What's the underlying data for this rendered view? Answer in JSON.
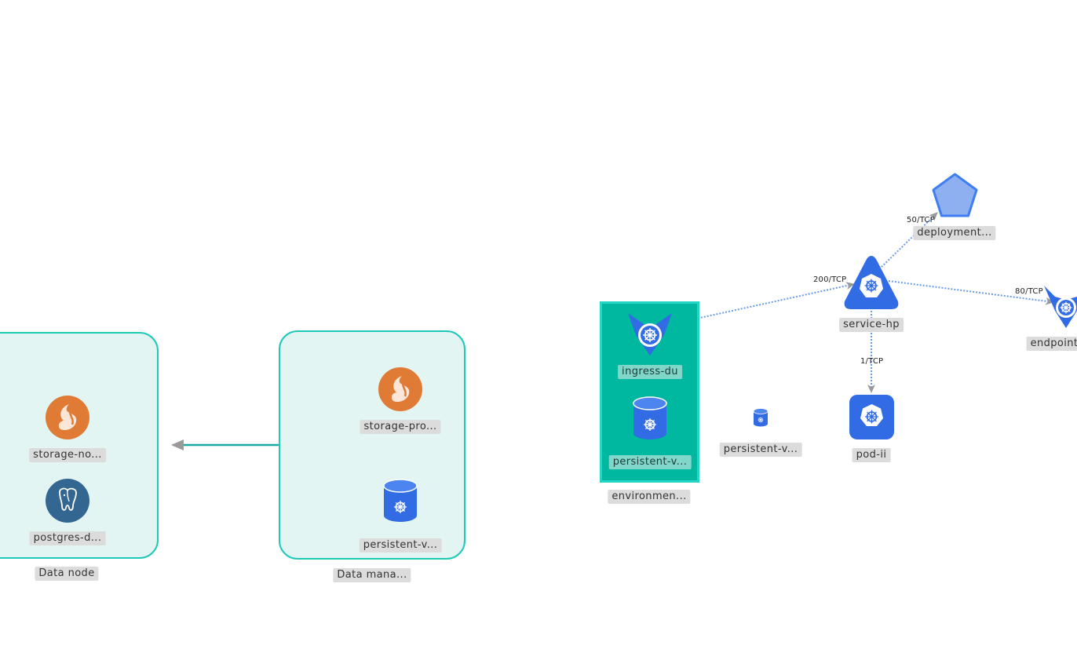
{
  "colors": {
    "group_border": "#1ec9b8",
    "group_fill": "#e3f5f3",
    "env_fill": "#00b8a0",
    "k8s_blue": "#326ce5",
    "edge_dotted": "#6a9be8",
    "group_arrow": "#1aaba0",
    "storage_orange": "#e07b35",
    "postgres_blue": "#336791",
    "deployment_fill": "#8fb0f0"
  },
  "groups": {
    "data_node": {
      "label": "Data node"
    },
    "data_manager": {
      "label": "Data mana..."
    },
    "environment": {
      "label": "environmen..."
    }
  },
  "nodes": {
    "storage_node": {
      "label": "storage-no...",
      "icon": "storage-icon"
    },
    "postgres": {
      "label": "postgres-d...",
      "icon": "postgres-icon"
    },
    "storage_provider": {
      "label": "storage-pro...",
      "icon": "storage-icon"
    },
    "pv_manager": {
      "label": "persistent-v...",
      "icon": "persistent-volume-icon"
    },
    "ingress": {
      "label": "ingress-du",
      "icon": "ingress-icon"
    },
    "pv_env": {
      "label": "persistent-v...",
      "icon": "persistent-volume-icon"
    },
    "pv_small": {
      "label": "persistent-v...",
      "icon": "persistent-volume-icon"
    },
    "service": {
      "label": "service-hp",
      "icon": "service-icon"
    },
    "deployment": {
      "label": "deployment...",
      "icon": "deployment-icon"
    },
    "endpoint": {
      "label": "endpoint",
      "icon": "endpoint-icon"
    },
    "pod": {
      "label": "pod-ii",
      "icon": "pod-icon"
    }
  },
  "edges": {
    "ingress_service": {
      "label": "200/TCP"
    },
    "service_deployment": {
      "label": "50/TCP"
    },
    "service_endpoint": {
      "label": "80/TCP"
    },
    "service_pod": {
      "label": "1/TCP"
    }
  }
}
